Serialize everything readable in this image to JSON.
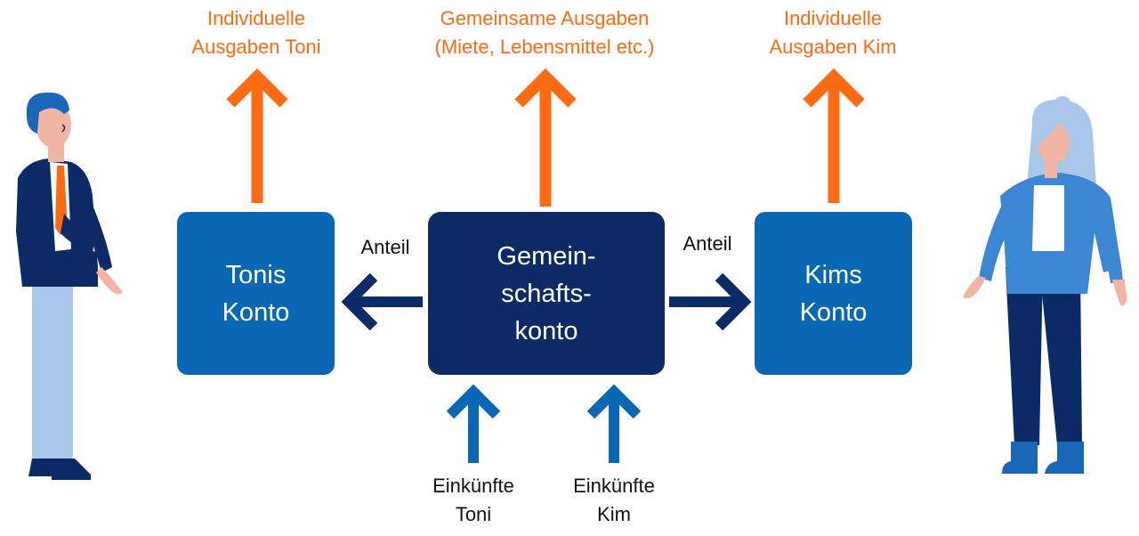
{
  "colors": {
    "expense_arrow": "#ff6a13",
    "account_box": "#0a67b3",
    "joint_box": "#0b2a66",
    "share_arrow": "#0b2a66",
    "income_arrow": "#0a67b3"
  },
  "expenses": {
    "toni": [
      "Individuelle",
      "Ausgaben Toni"
    ],
    "joint": [
      "Gemeinsame Ausgaben",
      "(Miete, Lebensmittel etc.)"
    ],
    "kim": [
      "Individuelle",
      "Ausgaben Kim"
    ]
  },
  "accounts": {
    "toni": [
      "Tonis",
      "Konto"
    ],
    "joint": [
      "Gemein-",
      "schafts-",
      "konto"
    ],
    "kim": [
      "Kims",
      "Konto"
    ]
  },
  "shares": {
    "left": "Anteil",
    "right": "Anteil"
  },
  "income": {
    "toni": [
      "Einkünfte",
      "Toni"
    ],
    "kim": [
      "Einkünfte",
      "Kim"
    ]
  },
  "people": {
    "left": "man-figure-icon",
    "right": "woman-figure-icon"
  }
}
